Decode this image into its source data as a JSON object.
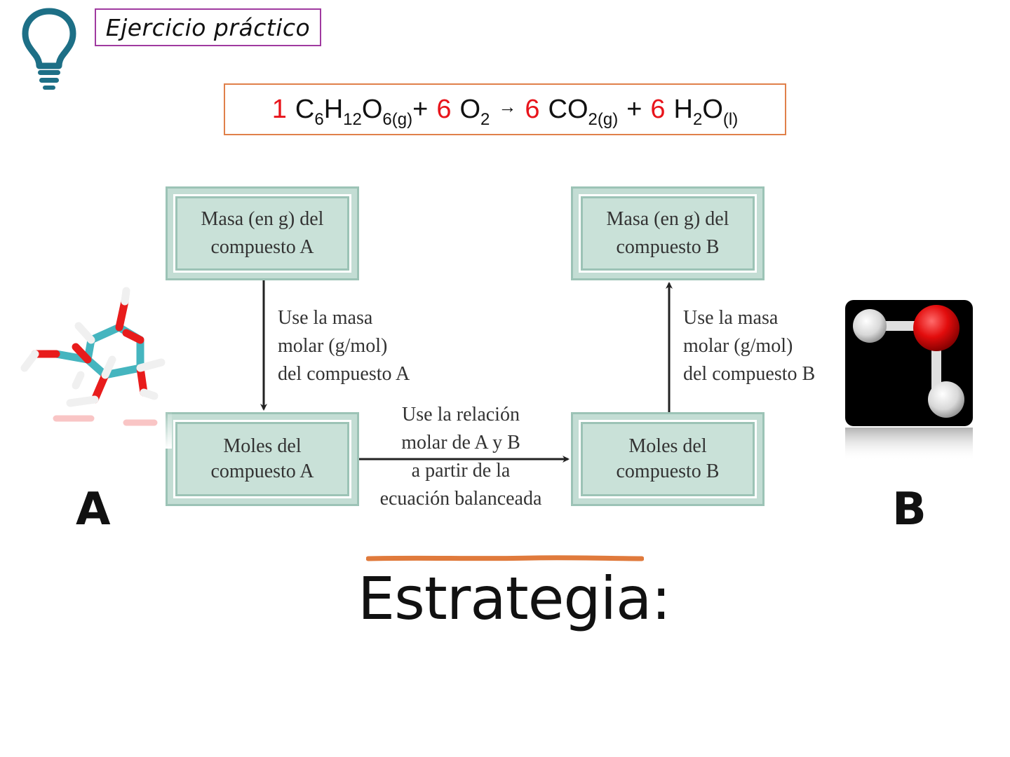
{
  "header": {
    "icon": "lightbulb-icon",
    "title": "Ejercicio práctico",
    "title_border_color": "#a03aa0"
  },
  "equation": {
    "border_color": "#e0804a",
    "coefficient_color": "#e8141b",
    "arrow": "→",
    "plus": "+",
    "terms": [
      {
        "coef": "1",
        "parts": [
          {
            "t": "C"
          },
          {
            "s": "6"
          },
          {
            "t": "H"
          },
          {
            "s": "12"
          },
          {
            "t": "O"
          },
          {
            "s": "6(g)"
          }
        ]
      },
      {
        "coef": "6",
        "parts": [
          {
            "t": "O"
          },
          {
            "s": "2"
          }
        ]
      },
      {
        "coef": "6",
        "parts": [
          {
            "t": "CO"
          },
          {
            "s": "2(g)"
          }
        ]
      },
      {
        "coef": "6",
        "parts": [
          {
            "t": "H"
          },
          {
            "s": "2"
          },
          {
            "t": "O"
          },
          {
            "s": "(l)"
          }
        ]
      }
    ],
    "t1": {
      "coef": "1",
      "a": "C",
      "a_sub": "6",
      "b": "H",
      "b_sub": "12",
      "c": "O",
      "c_sub": "6(g)"
    },
    "t2": {
      "coef": "6",
      "a": "O",
      "a_sub": "2"
    },
    "t3": {
      "coef": "6",
      "a": "CO",
      "a_sub": "2(g)"
    },
    "t4": {
      "coef": "6",
      "a": "H",
      "a_sub": "2",
      "b": "O",
      "b_sub": "(l)"
    }
  },
  "diagram": {
    "box_mass_a": {
      "line1": "Masa (en g) del",
      "line2": "compuesto A"
    },
    "box_mass_b": {
      "line1": "Masa (en g) del",
      "line2": "compuesto B"
    },
    "box_moles_a": {
      "line1": "Moles del",
      "line2": "compuesto A"
    },
    "box_moles_b": {
      "line1": "Moles del",
      "line2": "compuesto B"
    },
    "label_a_down": {
      "line1": "Use la masa",
      "line2": "molar (g/mol)",
      "line3": "del compuesto A"
    },
    "label_b_up": {
      "line1": "Use la masa",
      "line2": "molar (g/mol)",
      "line3": "del compuesto B"
    },
    "label_ratio": {
      "line1": "Use la relación",
      "line2": "molar de A y B",
      "line3": "a partir de la",
      "line4": "ecuación balanceada"
    },
    "box_fill": "#c9e1d8",
    "box_border": "#9cc3b6"
  },
  "molecules": {
    "a": {
      "name": "glucose-molecule-3d",
      "letter": "A"
    },
    "b": {
      "name": "water-molecule-3d",
      "letter": "B"
    }
  },
  "footer": {
    "heading": "Estrategia:",
    "underline_color": "#e07a3c"
  }
}
